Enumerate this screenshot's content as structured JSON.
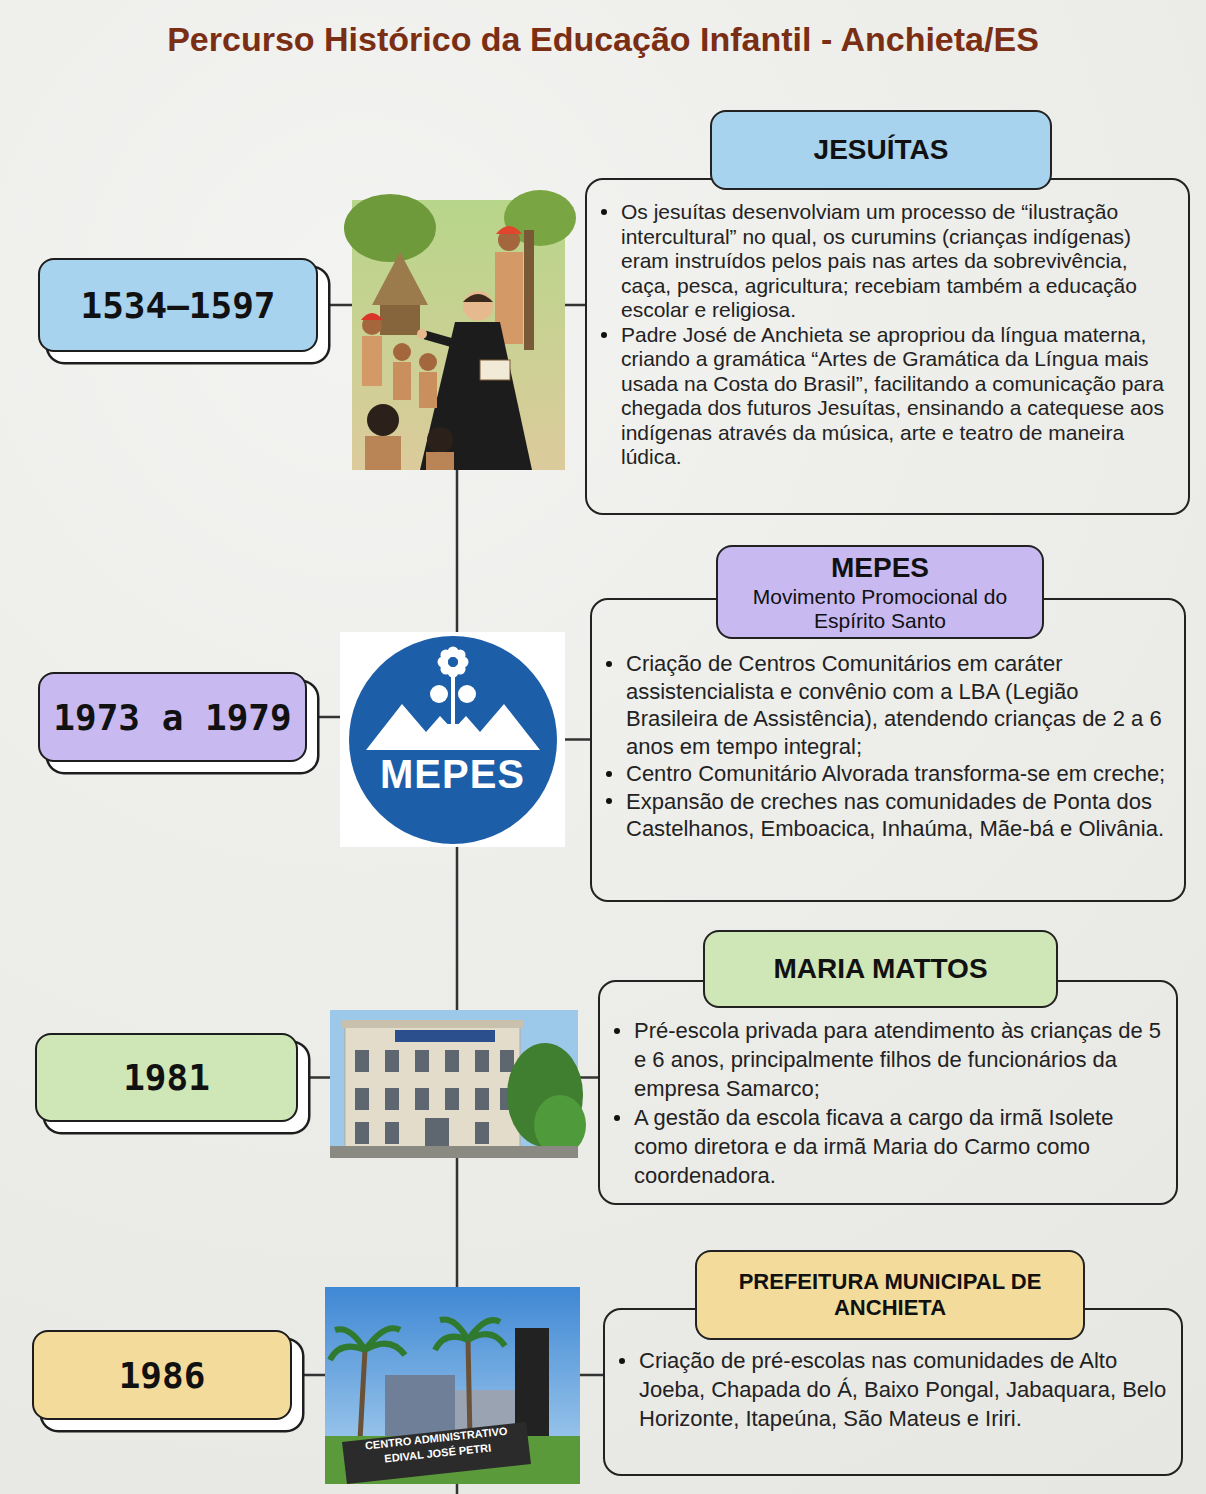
{
  "diagram": {
    "title": "Percurso Histórico da Educação Infantil - Anchieta/ES",
    "nodes": [
      {
        "text": [
          "1534–1597"
        ]
      },
      {
        "text": [
          "JESUÍTAS"
        ]
      },
      {
        "text": [
          "Os jesuítas desenvolviam um processo de “ilustração intercultural” no qual, os curumins (crianças indígenas) eram instruídos pelos pais nas artes da sobrevivência, caça, pesca, agricultura; recebiam também a educação escolar e religiosa.",
          "Padre José de Anchieta se apropriou da língua materna, criando a gramática “Artes de Gramática da Língua mais usada na Costa do Brasil”, facilitando a comunicação para chegada dos futuros Jesuítas, ensinando a catequese aos indígenas através da música, arte e teatro de maneira lúdica."
        ]
      },
      {
        "text": [
          "1973 a 1979"
        ]
      },
      {
        "text": [
          "MEPES"
        ]
      },
      {
        "text": [
          "MEPES",
          "Movimento Promocional do Espírito Santo"
        ]
      },
      {
        "text": [
          "Criação de Centros Comunitários em caráter assistencialista e convênio com a LBA (Legião Brasileira de Assistência), atendendo crianças de 2 a 6 anos em tempo integral;",
          "Centro Comunitário Alvorada transforma-se em creche;",
          "Expansão de creches nas comunidades de Ponta dos Castelhanos, Emboacica, Inhaúma, Mãe-bá e Olivânia."
        ]
      },
      {
        "text": [
          "1981"
        ]
      },
      {
        "text": [
          "MARIA MATTOS"
        ]
      },
      {
        "text": [
          "Pré-escola privada para atendimento às crianças de 5 e 6 anos, principalmente filhos de funcionários da empresa Samarco;",
          "A gestão da escola ficava a cargo da irmã Isolete como diretora e da irmã Maria do Carmo como coordenadora."
        ]
      },
      {
        "text": [
          "1986"
        ]
      },
      {
        "text": [
          "PREFEITURA MUNICIPAL DE ANCHIETA"
        ]
      },
      {
        "text": [
          "Criação de pré-escolas nas comunidades de Alto Joeba, Chapada do Á, Baixo Pongal, Jabaquara, Belo Horizonte, Itapeúna, São Mateus e Iriri."
        ]
      }
    ],
    "edges": [
      {
        "from": 0,
        "to": 2,
        "arrow": "none"
      },
      {
        "from": 3,
        "to": 4,
        "arrow": "none"
      },
      {
        "from": 4,
        "to": 6,
        "arrow": "none"
      },
      {
        "from": 7,
        "to": 9,
        "arrow": "none"
      },
      {
        "from": 10,
        "to": 12,
        "arrow": "none"
      }
    ],
    "labels": [
      "CENTRO ADMINISTRATIVO",
      "EDIVAL JOSÉ PETRI"
    ]
  }
}
